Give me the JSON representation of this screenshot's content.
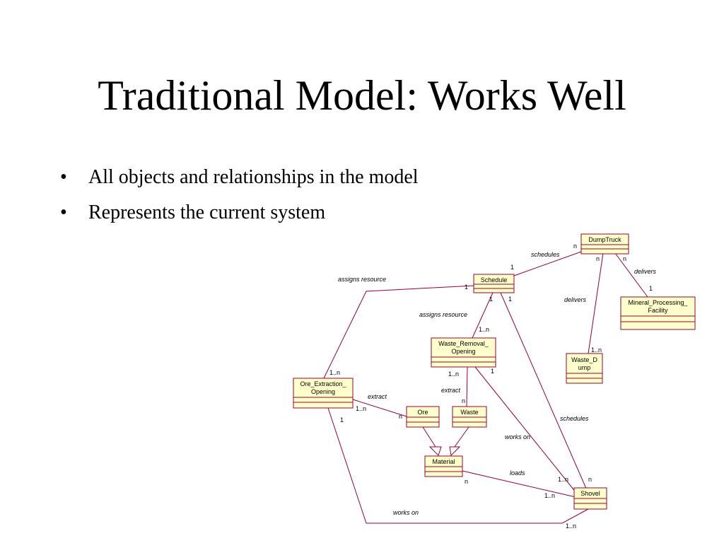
{
  "slide": {
    "title": "Traditional Model: Works Well",
    "bullet_marker": "•",
    "bullets": [
      "All objects and relationships in the model",
      "Represents the current system"
    ]
  },
  "diagram": {
    "classes": {
      "dumptruck": "DumpTruck",
      "schedule": "Schedule",
      "mineral_line1": "Mineral_Processing_",
      "mineral_line2": "Facility",
      "waste_removal_line1": "Waste_Removal_",
      "waste_removal_line2": "Opening",
      "waste_dump_line1": "Waste_D",
      "waste_dump_line2": "ump",
      "ore_extraction_line1": "Ore_Extraction_",
      "ore_extraction_line2": "Opening",
      "ore": "Ore",
      "waste": "Waste",
      "material": "Material",
      "shovel": "Shovel"
    },
    "association_labels": {
      "schedules_top": "schedules",
      "delivers_right": "delivers",
      "delivers_mid": "delivers",
      "assigns_resource_top": "assigns resource",
      "assigns_resource_mid": "assigns resource",
      "extract_ore": "extract",
      "extract_waste": "extract",
      "works_on_mid": "works on",
      "schedules_shovel": "schedules",
      "loads": "loads",
      "works_on_bottom": "works on"
    },
    "multiplicities": {
      "dt_sched_n": "n",
      "sched_dt_1": "1",
      "dt_left_n": "n",
      "dt_right_n": "n",
      "mineral_1": "1",
      "sched_left_1": "1",
      "sched_b1": "1",
      "sched_b2": "1",
      "wro_top_1n": "1..n",
      "wd_1n": "1..n",
      "oeo_top_1n": "1..n",
      "oeo_right_1n": "1..n",
      "ore_left_n": "n",
      "oeo_bottom_1": "1",
      "wro_bottom_1n": "1..n",
      "wro_right_1": "1",
      "waste_top_n": "n",
      "shovel_1n": "1..n",
      "shovel_n": "n",
      "material_n": "n",
      "shovel_left_1n": "1..n",
      "shovel_bottom_1n": "1..n"
    }
  }
}
